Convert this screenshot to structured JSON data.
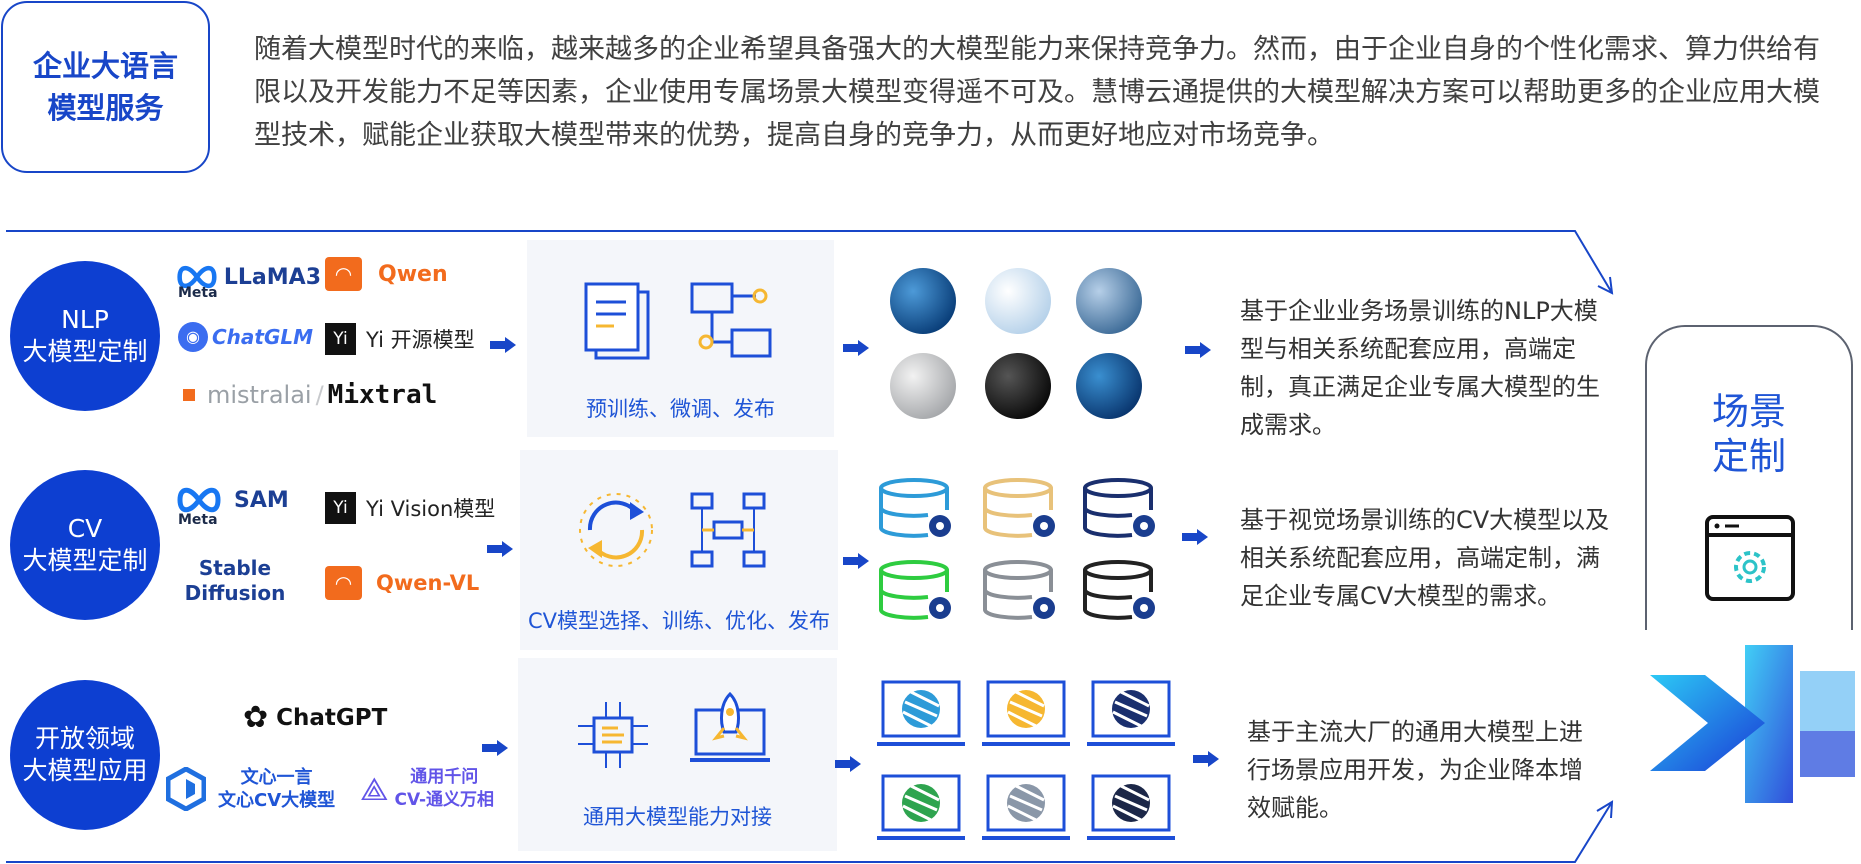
{
  "title": {
    "line1": "企业大语言",
    "line2": "模型服务"
  },
  "intro": "随着大模型时代的来临，越来越多的企业希望具备强大的大模型能力来保持竞争力。然而，由于企业自身的个性化需求、算力供给有限以及开发能力不足等因素，企业使用专属场景大模型变得遥不可及。慧博云通提供的大模型解决方案可以帮助更多的企业应用大模型技术，赋能企业获取大模型带来的优势，提高自身的竞争力，从而更好地应对市场竞争。",
  "rows": [
    {
      "category": {
        "line1": "NLP",
        "line2": "大模型定制"
      },
      "logos": {
        "meta_word": "Meta",
        "llama": "LLaMA3",
        "qwen": "Qwen",
        "chatglm": "ChatGLM",
        "yi": "Yi 开源模型",
        "mistral": "mistralai",
        "mixtral": "Mixtral"
      },
      "process_label": "预训练、微调、发布",
      "description": "基于企业业务场景训练的NLP大模型与相关系统配套应用，高端定制，真正满足企业专属大模型的生成需求。"
    },
    {
      "category": {
        "line1": "CV",
        "line2": "大模型定制"
      },
      "logos": {
        "meta_word": "Meta",
        "sam": "SAM",
        "yi_vision": "Yi Vision模型",
        "stable1": "Stable",
        "stable2": "Diffusion",
        "qwen_vl": "Qwen-VL"
      },
      "process_label": "CV模型选择、训练、优化、发布",
      "description": "基于视觉场景训练的CV大模型以及相关系统配套应用，高端定制，满足企业专属CV大模型的需求。"
    },
    {
      "category": {
        "line1": "开放领域",
        "line2": "大模型应用"
      },
      "logos": {
        "chatgpt": "ChatGPT",
        "wenxin1": "文心一言",
        "wenxin2": "文心CV大模型",
        "tongyi1": "通用千问",
        "tongyi2": "CV-通义万相"
      },
      "process_label": "通用大模型能力对接",
      "description": "基于主流大厂的通用大模型上进行场景应用开发，为企业降本增效赋能。"
    }
  ],
  "side": {
    "line1": "场景",
    "line2": "定制"
  },
  "colors": {
    "brand_blue": "#0d3fd1",
    "accent_blue": "#1f55d6",
    "orange": "#f26b1d",
    "panel": "#f4f6fa"
  }
}
